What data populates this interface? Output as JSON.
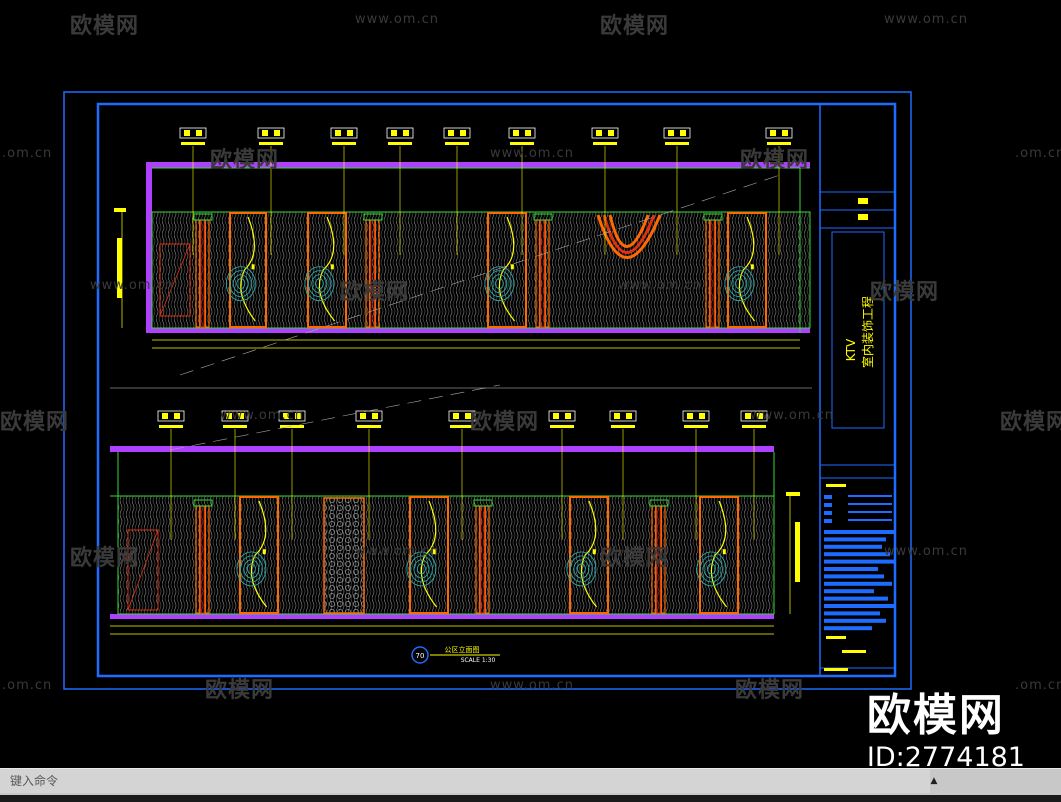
{
  "watermarks": {
    "brand_cn": "欧模网",
    "url": "www.om.cn",
    "url_short": ".om.cn"
  },
  "brand": {
    "name": "欧模网",
    "id": "ID:2774181"
  },
  "drawing": {
    "title_block_title": "KTV\n室内装饰工程",
    "title_line1": "KTV",
    "title_line2": "室内装饰工程",
    "section_label": "公区立面图",
    "scale": "SCALE 1:30",
    "section_no": "70",
    "colors": {
      "frame": "#1e6cff",
      "purple": "#b040ff",
      "green": "#33dd33",
      "yellow": "#ffff00",
      "orange": "#ff6a00",
      "red": "#e03010",
      "wood": "#9a9a9a"
    }
  },
  "command": {
    "placeholder": "键入命令"
  }
}
